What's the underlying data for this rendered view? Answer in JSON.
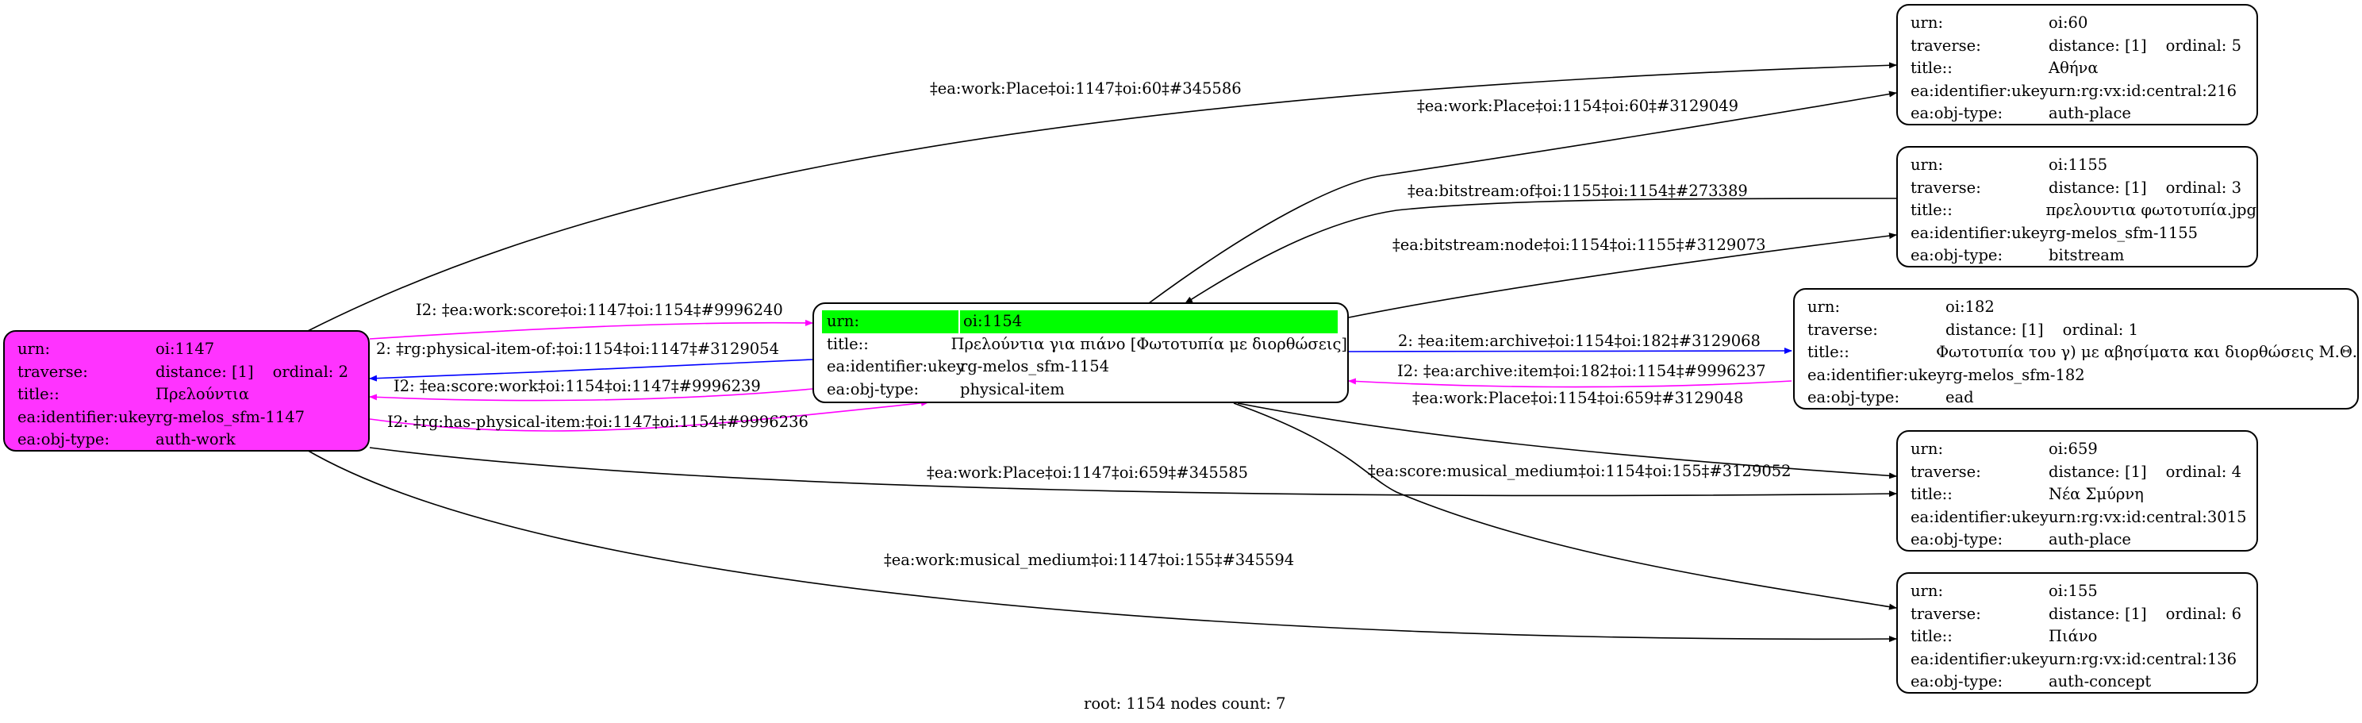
{
  "graph": {
    "footer": "root: 1154 nodes count: 7",
    "colors": {
      "root_fill": "#ff33ff",
      "highlight": "#00ff00",
      "blue_edge": "#0000ff",
      "magenta_edge": "#ff00ff",
      "black_edge": "#000000"
    },
    "nodes": {
      "n1147": {
        "rows": [
          {
            "k": "urn:",
            "v": "oi:1147"
          },
          {
            "k": "traverse:",
            "v": "distance: [1]",
            "ord": "ordinal: 2"
          },
          {
            "k": "title::",
            "v": "Πρελούντια"
          },
          {
            "k": "ea:identifier:ukey",
            "v": "rg-melos_sfm-1147"
          },
          {
            "k": "ea:obj-type:",
            "v": "auth-work"
          }
        ]
      },
      "n1154": {
        "rows": [
          {
            "k": "urn:",
            "v": "oi:1154"
          },
          {
            "k": "title::",
            "v": "Πρελούντια για πιάνο [Φωτοτυπία με διορθώσεις]"
          },
          {
            "k": "ea:identifier:ukey",
            "v": "rg-melos_sfm-1154"
          },
          {
            "k": "ea:obj-type:",
            "v": "physical-item"
          }
        ]
      },
      "n60": {
        "rows": [
          {
            "k": "urn:",
            "v": "oi:60"
          },
          {
            "k": "traverse:",
            "v": "distance: [1]",
            "ord": "ordinal: 5"
          },
          {
            "k": "title::",
            "v": "Αθήνα"
          },
          {
            "k": "ea:identifier:ukey",
            "v": "urn:rg:vx:id:central:216"
          },
          {
            "k": "ea:obj-type:",
            "v": "auth-place"
          }
        ]
      },
      "n1155": {
        "rows": [
          {
            "k": "urn:",
            "v": "oi:1155"
          },
          {
            "k": "traverse:",
            "v": "distance: [1]",
            "ord": "ordinal: 3"
          },
          {
            "k": "title::",
            "v": "πρελουντια φωτοτυπία.jpg"
          },
          {
            "k": "ea:identifier:ukey",
            "v": "rg-melos_sfm-1155"
          },
          {
            "k": "ea:obj-type:",
            "v": "bitstream"
          }
        ]
      },
      "n182": {
        "rows": [
          {
            "k": "urn:",
            "v": "oi:182"
          },
          {
            "k": "traverse:",
            "v": "distance: [1]",
            "ord": "ordinal: 1"
          },
          {
            "k": "title::",
            "v": "Φωτοτυπία του γ) με αβησίματα και διορθώσεις Μ.Θ."
          },
          {
            "k": "ea:identifier:ukey",
            "v": "rg-melos_sfm-182"
          },
          {
            "k": "ea:obj-type:",
            "v": "ead"
          }
        ]
      },
      "n659": {
        "rows": [
          {
            "k": "urn:",
            "v": "oi:659"
          },
          {
            "k": "traverse:",
            "v": "distance: [1]",
            "ord": "ordinal: 4"
          },
          {
            "k": "title::",
            "v": "Νέα Σμύρνη"
          },
          {
            "k": "ea:identifier:ukey",
            "v": "urn:rg:vx:id:central:3015"
          },
          {
            "k": "ea:obj-type:",
            "v": "auth-place"
          }
        ]
      },
      "n155": {
        "rows": [
          {
            "k": "urn:",
            "v": "oi:155"
          },
          {
            "k": "traverse:",
            "v": "distance: [1]",
            "ord": "ordinal: 6"
          },
          {
            "k": "title::",
            "v": "Πιάνο"
          },
          {
            "k": "ea:identifier:ukey",
            "v": "urn:rg:vx:id:central:136"
          },
          {
            "k": "ea:obj-type:",
            "v": "auth-concept"
          }
        ]
      }
    },
    "edge_labels": {
      "e1": "‡ea:work:Place‡oi:1147‡oi:60‡#345586",
      "e2": "‡ea:work:Place‡oi:1154‡oi:60‡#3129049",
      "e3": "‡ea:bitstream:of‡oi:1155‡oi:1154‡#273389",
      "e4": "‡ea:bitstream:node‡oi:1154‡oi:1155‡#3129073",
      "e5": "I2: ‡ea:work:score‡oi:1147‡oi:1154‡#9996240",
      "e6": "2: ‡rg:physical-item-of:‡oi:1154‡oi:1147‡#3129054",
      "e7": "I2: ‡ea:score:work‡oi:1154‡oi:1147‡#9996239",
      "e8": "I2: ‡rg:has-physical-item:‡oi:1147‡oi:1154‡#9996236",
      "e9": "2: ‡ea:item:archive‡oi:1154‡oi:182‡#3129068",
      "e10": "I2: ‡ea:archive:item‡oi:182‡oi:1154‡#9996237",
      "e11": "‡ea:work:Place‡oi:1154‡oi:659‡#3129048",
      "e12": "‡ea:work:Place‡oi:1147‡oi:659‡#345585",
      "e13": "‡ea:score:musical_medium‡oi:1154‡oi:155‡#3129052",
      "e14": "‡ea:work:musical_medium‡oi:1147‡oi:155‡#345594"
    }
  }
}
